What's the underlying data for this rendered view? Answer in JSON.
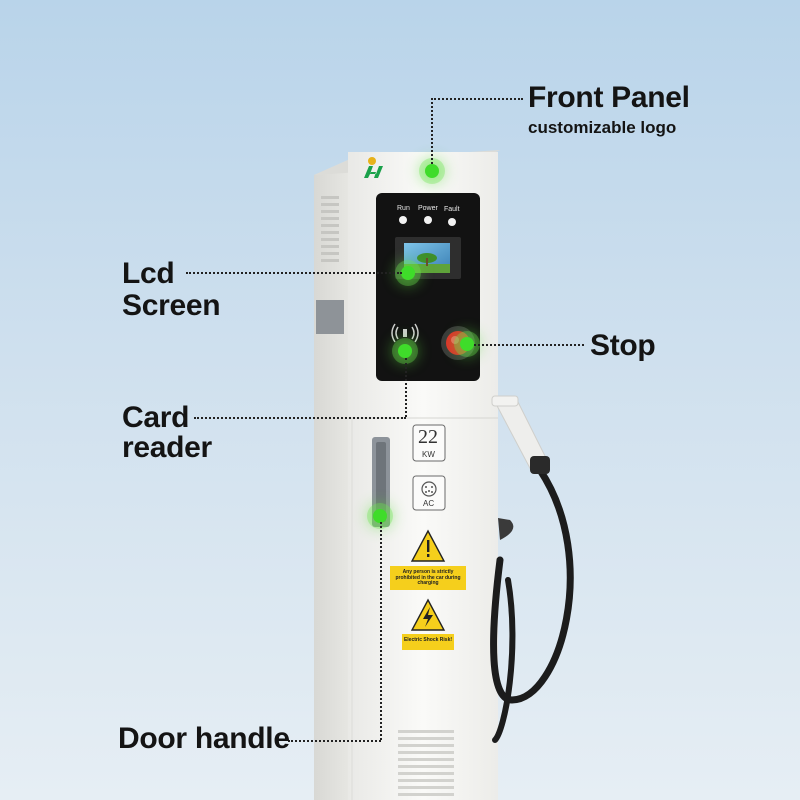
{
  "callouts": {
    "front_panel": {
      "title": "Front Panel",
      "subtitle": "customizable logo"
    },
    "lcd_screen": {
      "line1": "Lcd",
      "line2": "Screen"
    },
    "stop": {
      "title": "Stop"
    },
    "card_reader": {
      "line1": "Card",
      "line2": "reader"
    },
    "door_handle": {
      "title": "Door handle"
    }
  },
  "panel": {
    "indicators": [
      "Run",
      "Power",
      "Fault"
    ]
  },
  "rating": {
    "value": "22",
    "unit": "KW"
  },
  "connector": {
    "type": "AC"
  },
  "warnings": [
    "Any person is strictly prohibited in the car during charging",
    "Electric Shock Risk!"
  ],
  "colors": {
    "hotspot": "#3fdc2a",
    "panel_black": "#121212",
    "body_white": "#f4f4f2",
    "warning_yellow": "#f5cf1c",
    "stop_red": "#e0322a"
  },
  "icons": [
    "logo-icon",
    "nfc-icon",
    "emergency-stop-icon",
    "connector-icon",
    "warning-icon",
    "electric-shock-icon"
  ]
}
